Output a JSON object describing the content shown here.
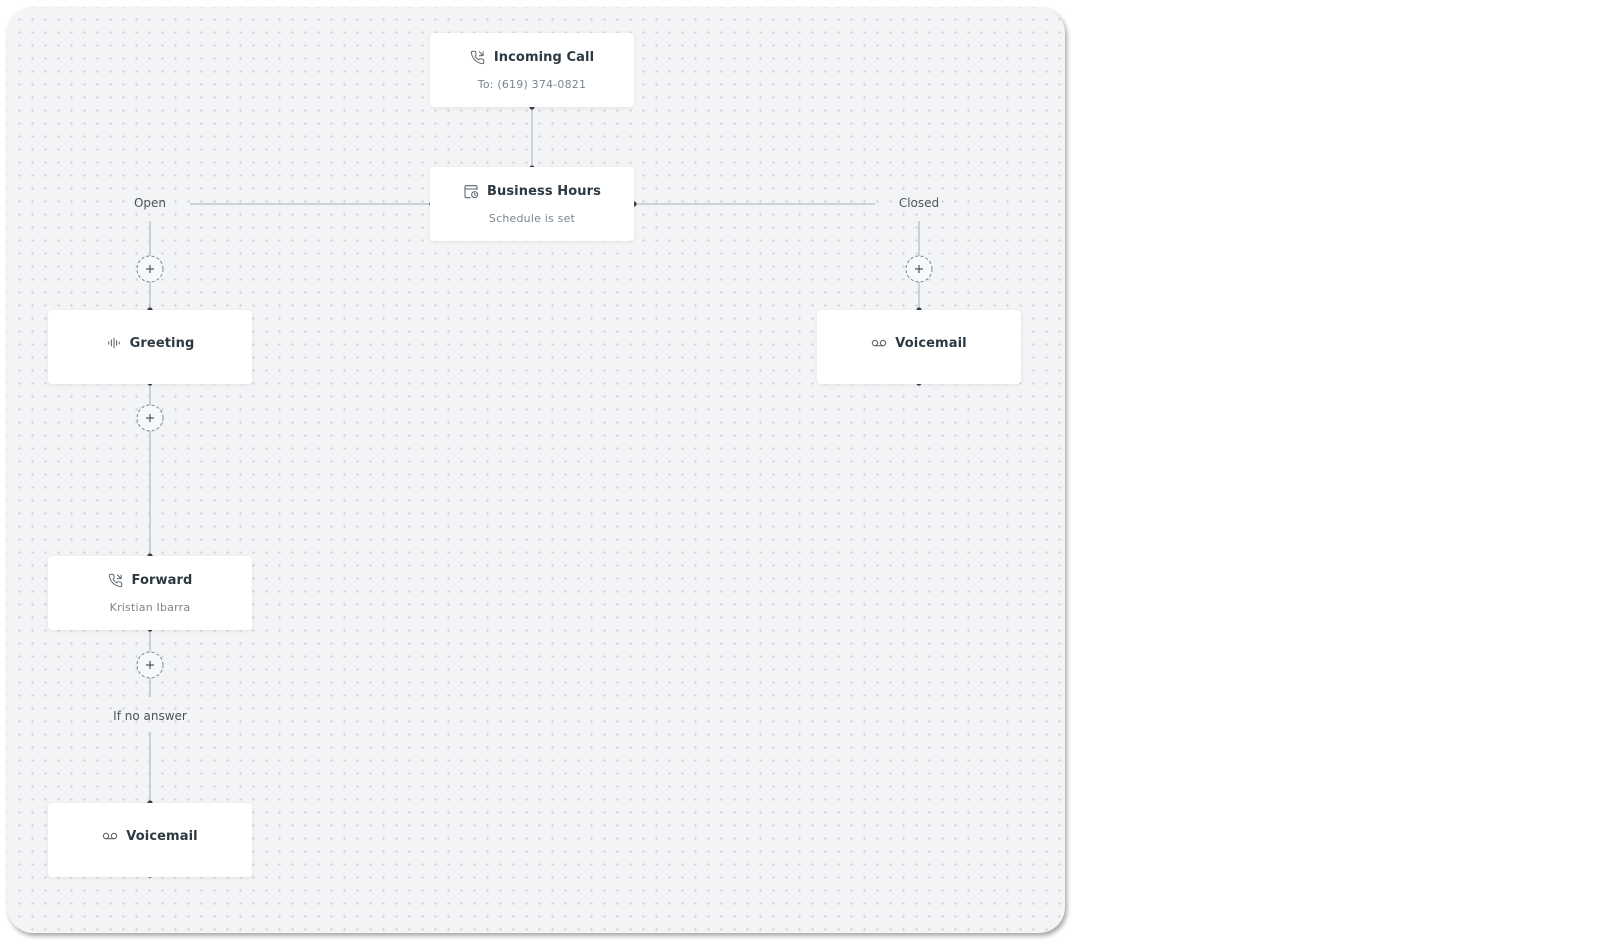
{
  "nodes": {
    "incoming_call": {
      "title": "Incoming Call",
      "subtitle": "To: (619) 374-0821",
      "icon": "phone-icon"
    },
    "business_hours": {
      "title": "Business Hours",
      "subtitle": "Schedule is set",
      "icon": "calendar-clock-icon"
    },
    "greeting": {
      "title": "Greeting",
      "icon": "audio-wave-icon"
    },
    "voicemail_closed": {
      "title": "Voicemail",
      "icon": "voicemail-icon"
    },
    "forward": {
      "title": "Forward",
      "subtitle": "Kristian Ibarra",
      "icon": "phone-icon"
    },
    "voicemail_no_answer": {
      "title": "Voicemail",
      "icon": "voicemail-icon"
    }
  },
  "branches": {
    "open": "Open",
    "closed": "Closed",
    "no_answer": "If no answer"
  },
  "add_step_icon": "plus-icon",
  "colors": {
    "canvas": "#f3f4f6",
    "connector": "#b9bec3",
    "dot": "#3a444a"
  }
}
